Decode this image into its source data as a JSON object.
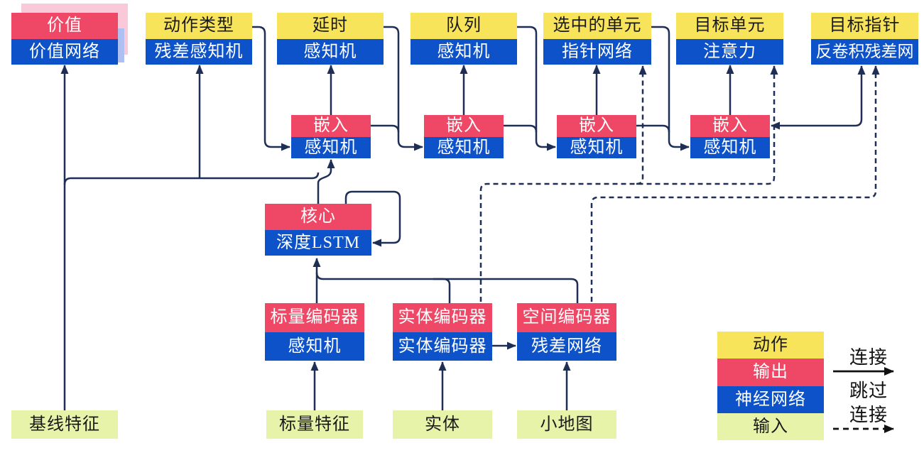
{
  "colors": {
    "action_yellow": "#F8E45A",
    "output_red": "#EF4766",
    "network_blue": "#0D52C9",
    "input_green": "#E6F3A9",
    "connector_navy": "#1F2E55",
    "legend_arrow_black": "#111111",
    "value_shadow_pink": "#F9C9D9",
    "value_shadow_blue": "#AEC0F2"
  },
  "heads": [
    {
      "top": "价值",
      "bottom": "价值网络"
    },
    {
      "top": "动作类型",
      "bottom": "残差感知机"
    },
    {
      "top": "延时",
      "bottom": "感知机"
    },
    {
      "top": "队列",
      "bottom": "感知机"
    },
    {
      "top": "选中的单元",
      "bottom": "指针网络"
    },
    {
      "top": "目标单元",
      "bottom": "注意力"
    },
    {
      "top": "目标指针",
      "bottom": "反卷积残差网"
    }
  ],
  "embeddings": [
    {
      "top": "嵌入",
      "bottom": "感知机"
    },
    {
      "top": "嵌入",
      "bottom": "感知机"
    },
    {
      "top": "嵌入",
      "bottom": "感知机"
    },
    {
      "top": "嵌入",
      "bottom": "感知机"
    }
  ],
  "core": {
    "top": "核心",
    "bottom": "深度LSTM"
  },
  "encoders": [
    {
      "top": "标量编码器",
      "bottom": "感知机"
    },
    {
      "top": "实体编码器",
      "bottom": "实体编码器"
    },
    {
      "top": "空间编码器",
      "bottom": "残差网络"
    }
  ],
  "inputs": {
    "baseline": "基线特征",
    "scalar": "标量特征",
    "entities": "实体",
    "minimap": "小地图"
  },
  "legend": {
    "action": "动作",
    "output": "输出",
    "network": "神经网络",
    "input": "输入",
    "solid_arrow_label": "连接",
    "skip_label_line1": "跳过",
    "skip_label_line2": "连接"
  }
}
